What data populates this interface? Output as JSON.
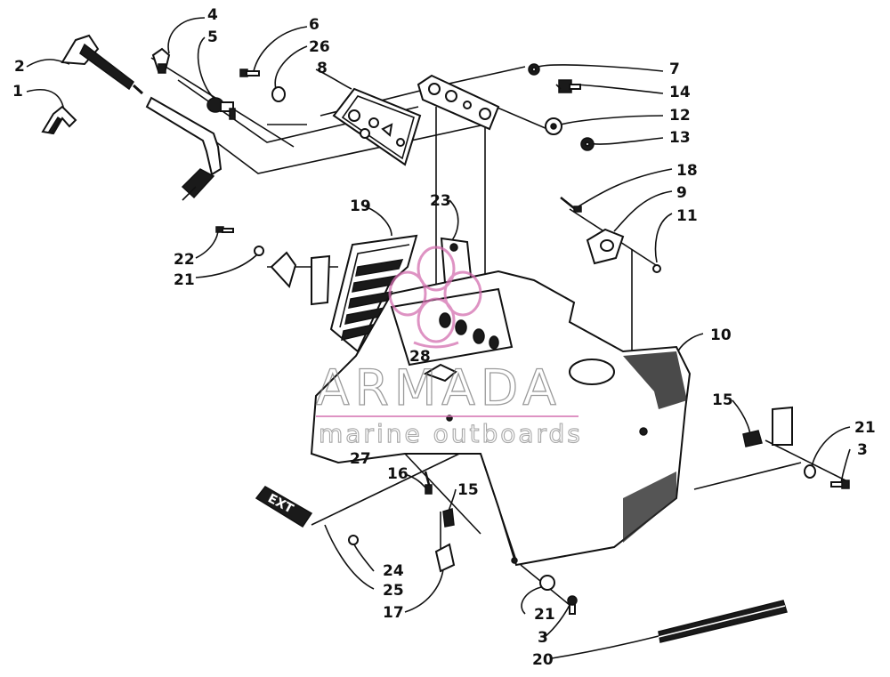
{
  "diagram": {
    "callouts": [
      {
        "id": "c1",
        "label": "1"
      },
      {
        "id": "c2",
        "label": "2"
      },
      {
        "id": "c4",
        "label": "4"
      },
      {
        "id": "c5",
        "label": "5"
      },
      {
        "id": "c6",
        "label": "6"
      },
      {
        "id": "c26",
        "label": "26"
      },
      {
        "id": "c8",
        "label": "8"
      },
      {
        "id": "c7",
        "label": "7"
      },
      {
        "id": "c14",
        "label": "14"
      },
      {
        "id": "c12",
        "label": "12"
      },
      {
        "id": "c13",
        "label": "13"
      },
      {
        "id": "c18",
        "label": "18"
      },
      {
        "id": "c9",
        "label": "9"
      },
      {
        "id": "c11",
        "label": "11"
      },
      {
        "id": "c19",
        "label": "19"
      },
      {
        "id": "c23",
        "label": "23"
      },
      {
        "id": "c22",
        "label": "22"
      },
      {
        "id": "c21a",
        "label": "21"
      },
      {
        "id": "c10",
        "label": "10"
      },
      {
        "id": "c28",
        "label": "28"
      },
      {
        "id": "c15a",
        "label": "15"
      },
      {
        "id": "c21b",
        "label": "21"
      },
      {
        "id": "c3a",
        "label": "3"
      },
      {
        "id": "c27",
        "label": "27"
      },
      {
        "id": "c16",
        "label": "16"
      },
      {
        "id": "c15b",
        "label": "15"
      },
      {
        "id": "c24",
        "label": "24"
      },
      {
        "id": "c25",
        "label": "25"
      },
      {
        "id": "c17",
        "label": "17"
      },
      {
        "id": "c21c",
        "label": "21"
      },
      {
        "id": "c3b",
        "label": "3"
      },
      {
        "id": "c20",
        "label": "20"
      }
    ],
    "emblem_text": "EXT",
    "colors": {
      "ink": "#111111",
      "watermark_gray": "#7a7a7a",
      "watermark_pink": "#d46fb0"
    }
  },
  "watermark": {
    "brand": "ARMADA",
    "tagline": "marine outboards"
  }
}
